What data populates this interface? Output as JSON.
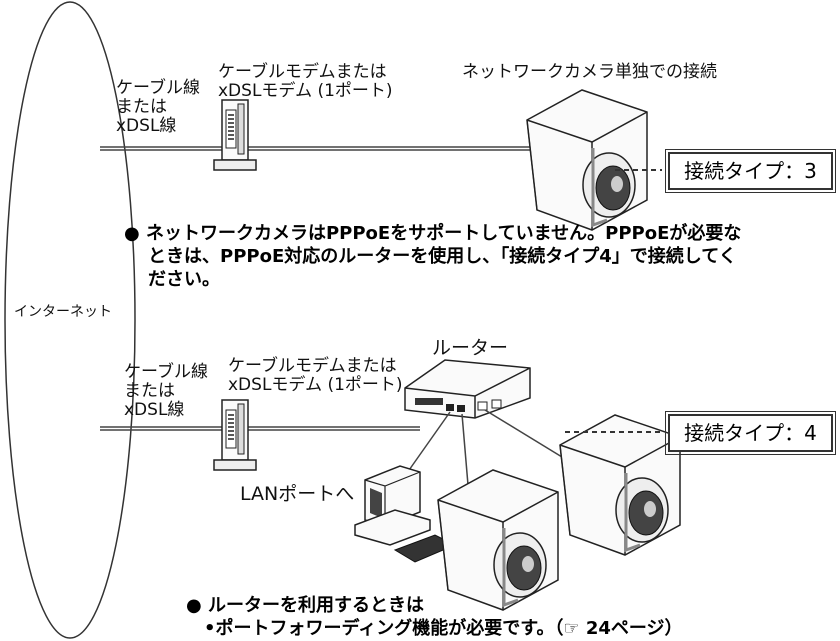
{
  "internet_label": "インターネット",
  "section1": {
    "cable_label": [
      "ケーブル線",
      "または",
      "xDSL線"
    ],
    "modem_label": [
      "ケーブルモデムまたは",
      "xDSLモデム (1ポート)"
    ],
    "camera_title": "ネットワークカメラ単独での接続",
    "connection_type": "接続タイプ：3",
    "note": [
      "● ネットワークカメラはPPPoEをサポートしていません。PPPoEが必要な",
      "ときは、PPPoE対応のルーターを使用し、「接続タイプ4」で接続してく",
      "ださい。"
    ]
  },
  "section2": {
    "cable_label": [
      "ケーブル線",
      "または",
      "xDSL線"
    ],
    "modem_label": [
      "ケーブルモデムまたは",
      "xDSLモデム (1ポート)"
    ],
    "router_label": "ルーター",
    "lan_label": "LANポートへ",
    "connection_type": "接続タイプ：4",
    "note": [
      "● ルーターを利用するときは",
      "•ポートフォワーディング機能が必要です。（☞ 24ページ）"
    ]
  },
  "colors": {
    "line": "#333333",
    "device_fill": "#f5f5f5",
    "device_dark": "#222222"
  }
}
